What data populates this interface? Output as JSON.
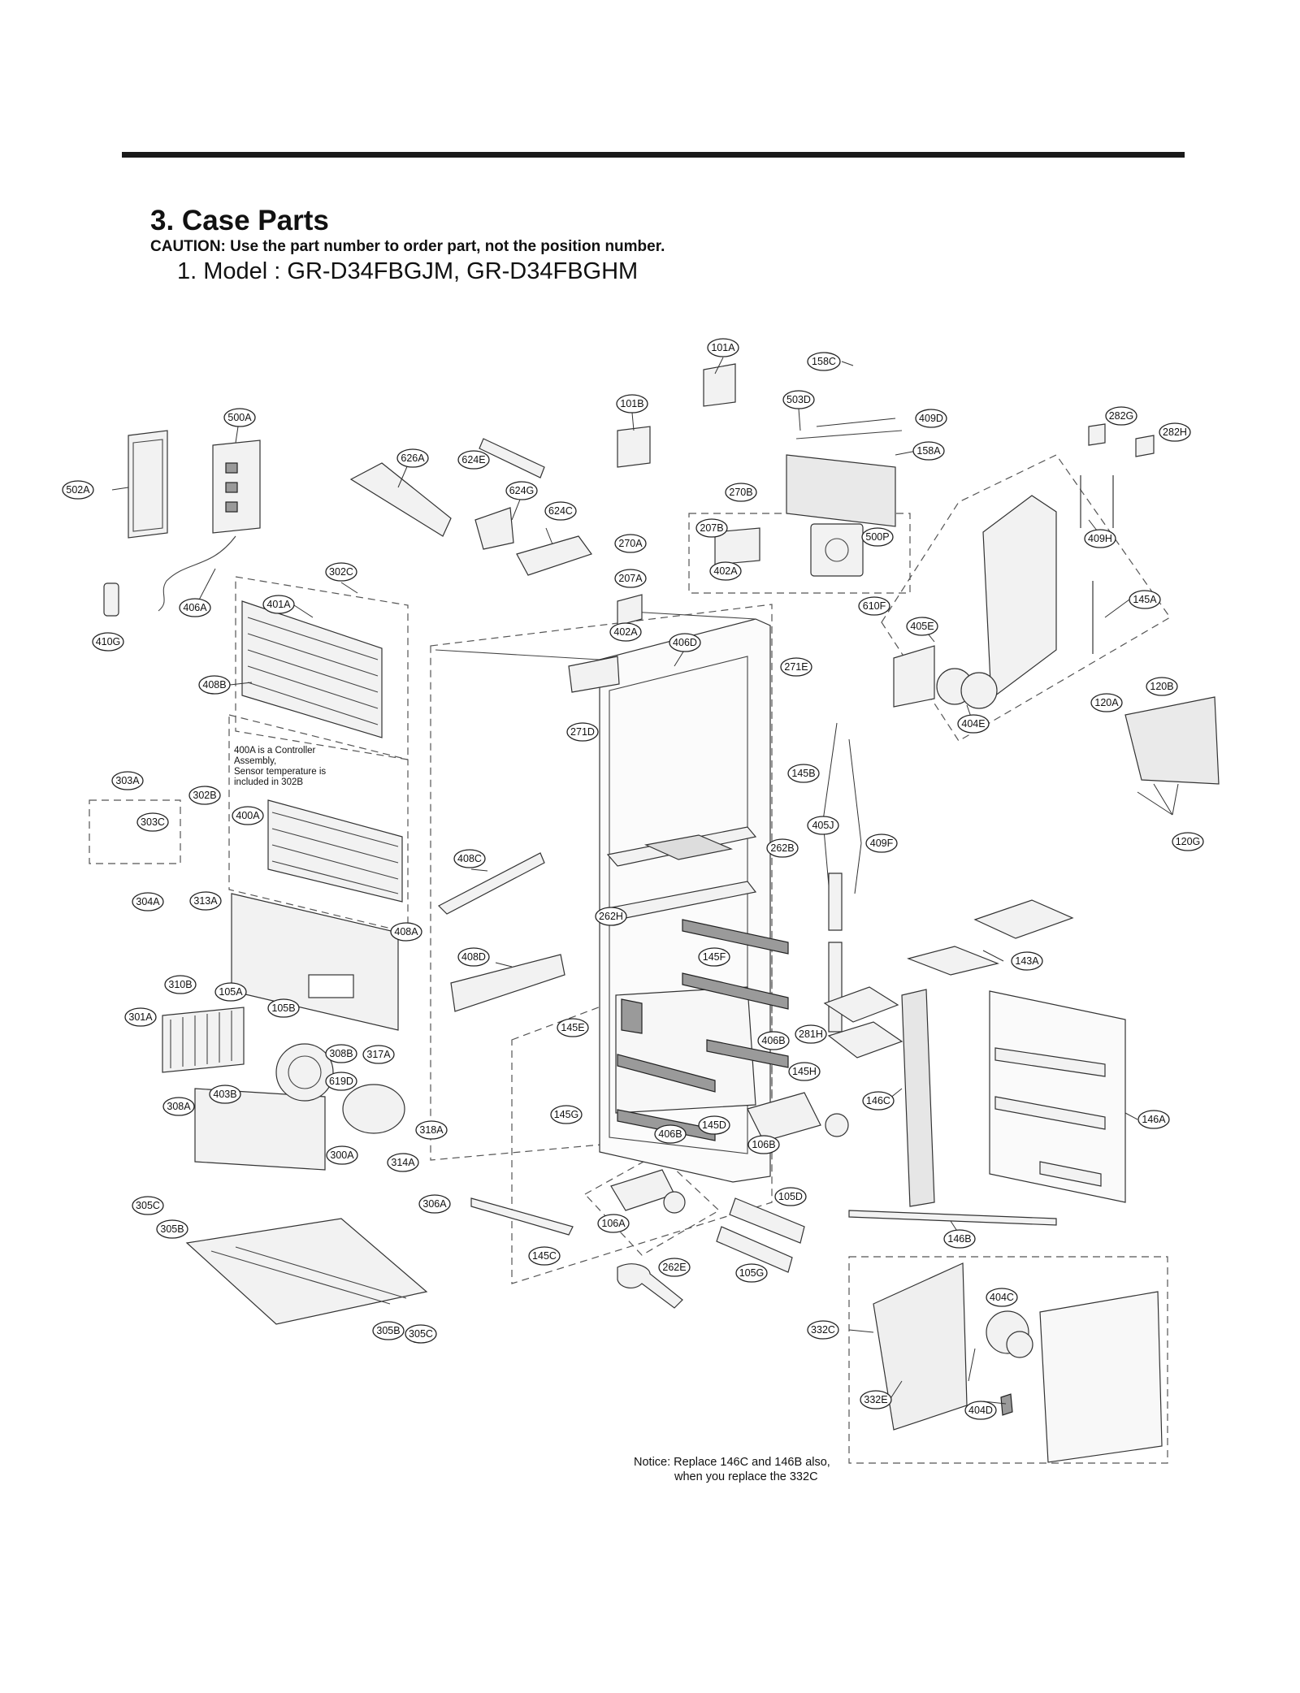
{
  "section_title": "3. Case Parts",
  "caution": "CAUTION: Use the part number to order part, not the position number.",
  "model_line": "1. Model : GR-D34FBGJM, GR-D34FBGHM",
  "note_400a": [
    "400A is a Controller",
    "Assembly,",
    "Sensor temperature is",
    "included in 302B"
  ],
  "notice": [
    "Notice: Replace 146C and 146B also,",
    "when you replace the 332C"
  ],
  "callouts": {
    "101A": "101A",
    "158C": "158C",
    "101B": "101B",
    "503D": "503D",
    "409D": "409D",
    "158A": "158A",
    "282G": "282G",
    "282H": "282H",
    "500A": "500A",
    "502A": "502A",
    "626A": "626A",
    "624E": "624E",
    "624G": "624G",
    "624C": "624C",
    "270B": "270B",
    "207B": "207B",
    "500P": "500P",
    "402A_top": "402A",
    "610F": "610F",
    "270A": "270A",
    "207A": "207A",
    "402A": "402A",
    "406D": "406D",
    "271E": "271E",
    "271D": "271D",
    "409H": "409H",
    "145A": "145A",
    "405E": "405E",
    "404E": "404E",
    "120A": "120A",
    "120B": "120B",
    "120G": "120G",
    "406A": "406A",
    "410G": "410G",
    "302C": "302C",
    "401A": "401A",
    "408B": "408B",
    "303A": "303A",
    "302B": "302B",
    "303C": "303C",
    "400A": "400A",
    "304A": "304A",
    "313A": "313A",
    "408A": "408A",
    "408C": "408C",
    "408D": "408D",
    "145B": "145B",
    "405J": "405J",
    "262B": "262B",
    "409F": "409F",
    "262H": "262H",
    "145F": "145F",
    "143A": "143A",
    "310B": "310B",
    "105A": "105A",
    "105B": "105B",
    "301A": "301A",
    "308B": "308B",
    "317A": "317A",
    "619D": "619D",
    "403B": "403B",
    "308A": "308A",
    "318A": "318A",
    "300A": "300A",
    "314A": "314A",
    "305C_left": "305C",
    "306A": "306A",
    "305B_left": "305B",
    "145E": "145E",
    "406B_right": "406B",
    "281H": "281H",
    "145H": "145H",
    "146C": "146C",
    "146A": "146A",
    "145G": "145G",
    "406B": "406B",
    "145D": "145D",
    "106B": "106B",
    "105D": "105D",
    "106A": "106A",
    "145C": "145C",
    "146B": "146B",
    "262E": "262E",
    "105G": "105G",
    "305B": "305B",
    "305C": "305C",
    "404C": "404C",
    "332C": "332C",
    "332E": "332E",
    "404D": "404D"
  }
}
